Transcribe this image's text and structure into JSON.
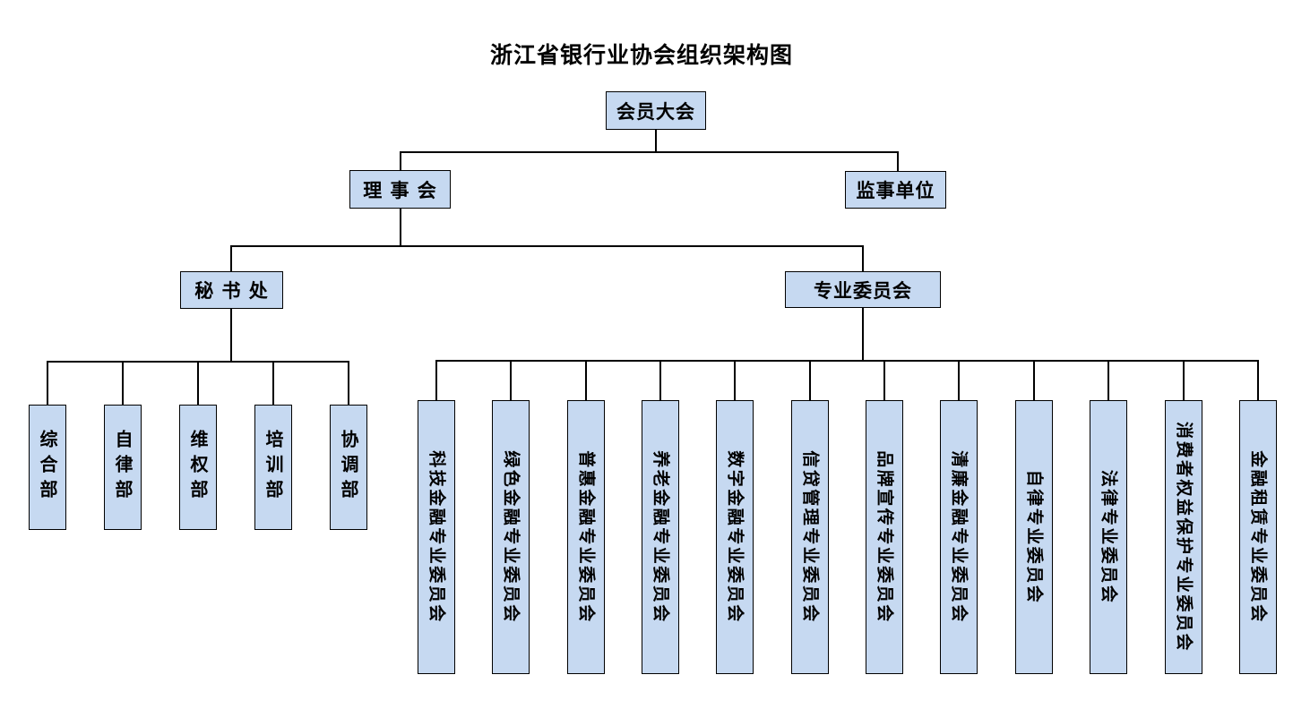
{
  "title": "浙江省银行业协会组织架构图",
  "colors": {
    "box_fill": "#c6d9f1",
    "box_border": "#000000",
    "connector": "#000000",
    "background": "#ffffff"
  },
  "nodes": {
    "assembly": {
      "label": "会员大会"
    },
    "council": {
      "label": "理 事 会"
    },
    "supervisors": {
      "label": "监事单位"
    },
    "secretariat": {
      "label": "秘 书 处"
    },
    "committees_parent": {
      "label": "专业委员会"
    },
    "departments": [
      {
        "label": "综合部"
      },
      {
        "label": "自律部"
      },
      {
        "label": "维权部"
      },
      {
        "label": "培训部"
      },
      {
        "label": "协调部"
      }
    ],
    "committees": [
      {
        "label": "科技金融专业委员会"
      },
      {
        "label": "绿色金融专业委员会"
      },
      {
        "label": "普惠金融专业委员会"
      },
      {
        "label": "养老金融专业委员会"
      },
      {
        "label": "数字金融专业委员会"
      },
      {
        "label": "信贷管理专业委员会"
      },
      {
        "label": "品牌宣传专业委员会"
      },
      {
        "label": "清廉金融专业委员会"
      },
      {
        "label": "自律专业委员会"
      },
      {
        "label": "法律专业委员会"
      },
      {
        "label": "消费者权益保护专业委员会"
      },
      {
        "label": "金融租赁专业委员会"
      }
    ]
  }
}
